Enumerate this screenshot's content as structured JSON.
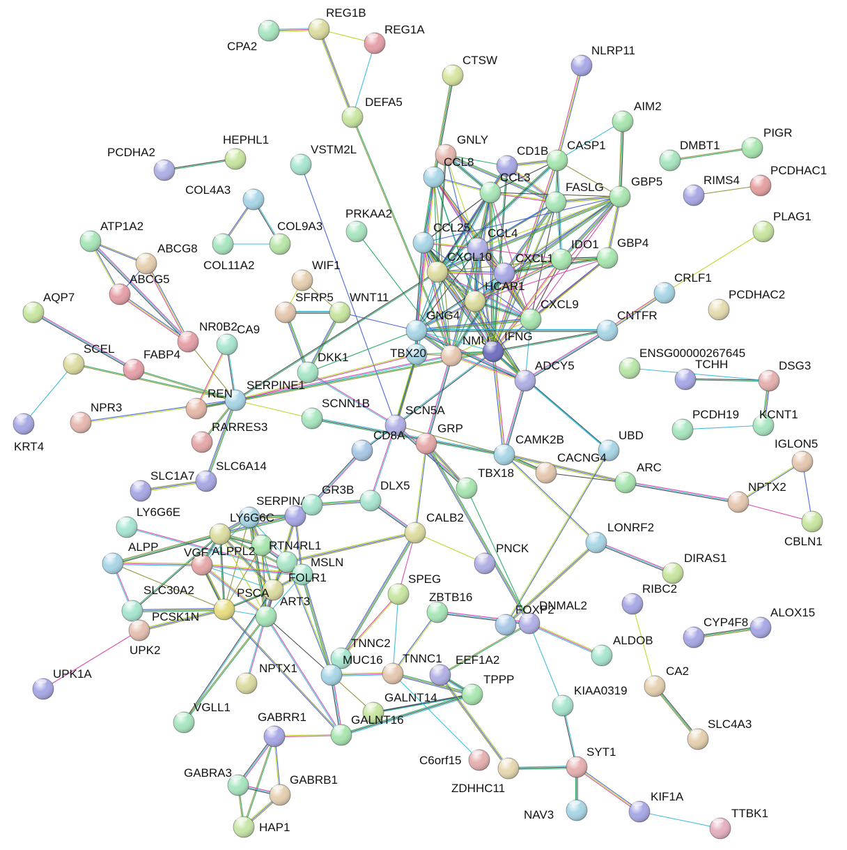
{
  "edge_colors": [
    "#2db7d6",
    "#b6d617",
    "#8a8a2a",
    "#3a3a3a",
    "#d63aa6",
    "#3b5bd6",
    "#17a45a"
  ],
  "nodes": [
    {
      "id": "REG1B",
      "color": "#dcdca0"
    },
    {
      "id": "REG1A",
      "color": "#e6a0a8"
    },
    {
      "id": "CPA2",
      "color": "#a8e6c0"
    },
    {
      "id": "DEFA5",
      "color": "#c8e6a0"
    },
    {
      "id": "CTSW",
      "color": "#d6e6a0"
    },
    {
      "id": "NLRP11",
      "color": "#a8a8e6"
    },
    {
      "id": "AIM2",
      "color": "#a8e6b0"
    },
    {
      "id": "PIGR",
      "color": "#a8e6b0"
    },
    {
      "id": "DMBT1",
      "color": "#a8e6c0"
    },
    {
      "id": "PCDHA2",
      "color": "#b0b0e6"
    },
    {
      "id": "HEPHL1",
      "color": "#c8e6a0"
    },
    {
      "id": "VSTM2L",
      "color": "#a8e6d0"
    },
    {
      "id": "GNLY",
      "color": "#e6b8b0"
    },
    {
      "id": "CCL8",
      "color": "#a8d6e6"
    },
    {
      "id": "CD1B",
      "color": "#a8a8e6"
    },
    {
      "id": "CASP1",
      "color": "#a8e6b0"
    },
    {
      "id": "RIMS4",
      "color": "#a8a8e6"
    },
    {
      "id": "PCDHAC1",
      "color": "#e6a0a0"
    },
    {
      "id": "CCL3",
      "color": "#a8e6b8"
    },
    {
      "id": "FASLG",
      "color": "#a8e6b8"
    },
    {
      "id": "GBP5",
      "color": "#a8e6b0"
    },
    {
      "id": "COL4A3",
      "color": "#a8d6e6"
    },
    {
      "id": "COL9A3",
      "color": "#b8e6a8"
    },
    {
      "id": "COL11A2",
      "color": "#a8e6c0"
    },
    {
      "id": "PRKAA2",
      "color": "#a8e6c0"
    },
    {
      "id": "PLAG1",
      "color": "#c8e6a0"
    },
    {
      "id": "ATP1A2",
      "color": "#a8e6b8"
    },
    {
      "id": "ABCG8",
      "color": "#e6d0b0"
    },
    {
      "id": "ABCG5",
      "color": "#e6a0a8"
    },
    {
      "id": "CCL25",
      "color": "#a8d6e6"
    },
    {
      "id": "CCL4",
      "color": "#b0b0e6"
    },
    {
      "id": "CXCL10",
      "color": "#dcdca0"
    },
    {
      "id": "CXCL11",
      "color": "#a8a8e6"
    },
    {
      "id": "IDO1",
      "color": "#a8e6b0"
    },
    {
      "id": "GBP4",
      "color": "#a8e6b0"
    },
    {
      "id": "WIF1",
      "color": "#e6d0b0"
    },
    {
      "id": "SFRP5",
      "color": "#e6c8b0"
    },
    {
      "id": "WNT11",
      "color": "#c8e6a0"
    },
    {
      "id": "HCAR1",
      "color": "#dcdca0"
    },
    {
      "id": "CRLF1",
      "color": "#a8d6e6"
    },
    {
      "id": "PCDHAC2",
      "color": "#e6dcb0"
    },
    {
      "id": "AQP7",
      "color": "#c8e6a0"
    },
    {
      "id": "GNG4",
      "color": "#a8d6e6"
    },
    {
      "id": "CXCL9",
      "color": "#a8e6b0"
    },
    {
      "id": "CNTFR",
      "color": "#a8d6e6"
    },
    {
      "id": "NR0B2",
      "color": "#e6a0a8"
    },
    {
      "id": "CA9",
      "color": "#a8e6d0"
    },
    {
      "id": "SCEL",
      "color": "#dcdca0"
    },
    {
      "id": "FABP4",
      "color": "#e6a0a8"
    },
    {
      "id": "TBX20",
      "color": "#a8d6e6"
    },
    {
      "id": "NMU",
      "color": "#e6c8b0"
    },
    {
      "id": "IFNG",
      "color": "#7070c0"
    },
    {
      "id": "ENSG00000267645",
      "color": "#b8e6a8"
    },
    {
      "id": "DKK1",
      "color": "#a8e6c8"
    },
    {
      "id": "ADCY5",
      "color": "#b0b0e6"
    },
    {
      "id": "TCHH",
      "color": "#a8a8e6"
    },
    {
      "id": "DSG3",
      "color": "#e6b0b0"
    },
    {
      "id": "REN",
      "color": "#a8d6e6"
    },
    {
      "id": "SERPINE1",
      "color": "#e6b8a8"
    },
    {
      "id": "SCNN1B",
      "color": "#a8e6c0"
    },
    {
      "id": "NPR3",
      "color": "#e6b8b0"
    },
    {
      "id": "KCNT1",
      "color": "#a8e6c0"
    },
    {
      "id": "PCDH19",
      "color": "#a8e6c0"
    },
    {
      "id": "KRT4",
      "color": "#a8a8e6"
    },
    {
      "id": "RARRES3",
      "color": "#e6a8a8"
    },
    {
      "id": "SCN5A",
      "color": "#b0b0e6"
    },
    {
      "id": "CD8A",
      "color": "#a8c8e6"
    },
    {
      "id": "GRP",
      "color": "#e6a8a8"
    },
    {
      "id": "UBD",
      "color": "#a8d6e6"
    },
    {
      "id": "CAMK2B",
      "color": "#a8d6e6"
    },
    {
      "id": "IGLON5",
      "color": "#e6c8b0"
    },
    {
      "id": "CACNG4",
      "color": "#e6c8b0"
    },
    {
      "id": "SLC6A14",
      "color": "#a8a8e6"
    },
    {
      "id": "SLC1A7",
      "color": "#a8a8e6"
    },
    {
      "id": "TBX18",
      "color": "#a8e6b0"
    },
    {
      "id": "ARC",
      "color": "#a8e6b0"
    },
    {
      "id": "NPTX2",
      "color": "#e6c8b0"
    },
    {
      "id": "DLX5",
      "color": "#a8e6d0"
    },
    {
      "id": "SERPINA1",
      "color": "#a8a8e6"
    },
    {
      "id": "GR3B",
      "color": "#a8e6d0"
    },
    {
      "id": "LY6G6C",
      "color": "#a8d6e6"
    },
    {
      "id": "LY6G6E",
      "color": "#a8e6d6"
    },
    {
      "id": "CBLN1",
      "color": "#c8e6a0"
    },
    {
      "id": "CALB2",
      "color": "#dcdca0"
    },
    {
      "id": "LONRF2",
      "color": "#a8d6e6"
    },
    {
      "id": "RTN4RL1",
      "color": "#a8e6b0"
    },
    {
      "id": "ALPPL2",
      "color": "#dcdca0"
    },
    {
      "id": "ALPP",
      "color": "#a8d6e6"
    },
    {
      "id": "VGF",
      "color": "#e6a8a8"
    },
    {
      "id": "MSLN",
      "color": "#a8e6c8"
    },
    {
      "id": "PNCK",
      "color": "#b0b0e6"
    },
    {
      "id": "FOLR1",
      "color": "#a8e6d0"
    },
    {
      "id": "DIRAS1",
      "color": "#c8e6a0"
    },
    {
      "id": "RIBC2",
      "color": "#a8a8e6"
    },
    {
      "id": "SLC30A2",
      "color": "#a8e6d0"
    },
    {
      "id": "PSCA",
      "color": "#dcdca0"
    },
    {
      "id": "ART3",
      "color": "#a8e6b8"
    },
    {
      "id": "SPEG",
      "color": "#c8e6a0"
    },
    {
      "id": "PCSK1N",
      "color": "#e6dc80"
    },
    {
      "id": "ZBTB16",
      "color": "#a8e6b8"
    },
    {
      "id": "DNMAL2",
      "color": "#a8c8e6"
    },
    {
      "id": "FOXP2",
      "color": "#b0b0e6"
    },
    {
      "id": "CYP4F8",
      "color": "#a8a8e6"
    },
    {
      "id": "ALOX15",
      "color": "#a8a8e6"
    },
    {
      "id": "UPK2",
      "color": "#e6c0b0"
    },
    {
      "id": "ALDOB",
      "color": "#a8e6d0"
    },
    {
      "id": "TNNC2",
      "color": "#a8e6d0"
    },
    {
      "id": "MUC16",
      "color": "#a8d6e6"
    },
    {
      "id": "TNNC1",
      "color": "#e6c8b0"
    },
    {
      "id": "EEF1A2",
      "color": "#b0b0e6"
    },
    {
      "id": "UPK1A",
      "color": "#a8a8e6"
    },
    {
      "id": "NPTX1",
      "color": "#dcdca0"
    },
    {
      "id": "CA2",
      "color": "#e6d0b0"
    },
    {
      "id": "TPPP",
      "color": "#a8e6b0"
    },
    {
      "id": "KIAA0319",
      "color": "#a8e6d0"
    },
    {
      "id": "GALNT14",
      "color": "#c8e6a0"
    },
    {
      "id": "VGLL1",
      "color": "#a8e6c0"
    },
    {
      "id": "SLC4A3",
      "color": "#e6d0b0"
    },
    {
      "id": "GABRR1",
      "color": "#a8a8e6"
    },
    {
      "id": "GALNT16",
      "color": "#a8e6b0"
    },
    {
      "id": "C6orf15",
      "color": "#e6b0b0"
    },
    {
      "id": "SYT1",
      "color": "#e6b0b0"
    },
    {
      "id": "GABRA3",
      "color": "#a8e6c0"
    },
    {
      "id": "GABRB1",
      "color": "#e6d0b0"
    },
    {
      "id": "ZDHHC11",
      "color": "#e6d8b0"
    },
    {
      "id": "KIF1A",
      "color": "#a8a8e6"
    },
    {
      "id": "NAV3",
      "color": "#a8d6e6"
    },
    {
      "id": "TTBK1",
      "color": "#e6b0c0"
    },
    {
      "id": "HAP1",
      "color": "#c8e6a8"
    }
  ],
  "edges": [
    [
      "REG1B",
      "REG1A"
    ],
    [
      "REG1B",
      "CPA2"
    ],
    [
      "REG1B",
      "DEFA5"
    ],
    [
      "REG1A",
      "DEFA5"
    ],
    [
      "DEFA5",
      "NMU"
    ],
    [
      "CTSW",
      "CCL8"
    ],
    [
      "NLRP11",
      "CASP1"
    ],
    [
      "AIM2",
      "CASP1"
    ],
    [
      "AIM2",
      "GBP5"
    ],
    [
      "PIGR",
      "DMBT1"
    ],
    [
      "PCDHA2",
      "HEPHL1"
    ],
    [
      "VSTM2L",
      "SCN5A"
    ],
    [
      "RIMS4",
      "PCDHAC1"
    ],
    [
      "COL4A3",
      "COL9A3"
    ],
    [
      "COL4A3",
      "COL11A2"
    ],
    [
      "COL9A3",
      "COL11A2"
    ],
    [
      "PRKAA2",
      "NMU"
    ],
    [
      "PLAG1",
      "CRLF1"
    ],
    [
      "CRLF1",
      "CNTFR"
    ],
    [
      "ATP1A2",
      "ABCG8"
    ],
    [
      "ATP1A2",
      "ABCG5"
    ],
    [
      "ATP1A2",
      "NR0B2"
    ],
    [
      "ABCG8",
      "ABCG5"
    ],
    [
      "ABCG5",
      "NR0B2"
    ],
    [
      "ABCG8",
      "NR0B2"
    ],
    [
      "AQP7",
      "FABP4"
    ],
    [
      "SCEL",
      "KRT4"
    ],
    [
      "SCEL",
      "REN"
    ],
    [
      "WIF1",
      "SFRP5"
    ],
    [
      "SFRP5",
      "WNT11"
    ],
    [
      "WIF1",
      "WNT11"
    ],
    [
      "SFRP5",
      "DKK1"
    ],
    [
      "WNT11",
      "DKK1"
    ],
    [
      "WNT11",
      "GNG4"
    ],
    [
      "NR0B2",
      "REN"
    ],
    [
      "CA9",
      "SERPINE1"
    ],
    [
      "FABP4",
      "REN"
    ],
    [
      "NPR3",
      "REN"
    ],
    [
      "REN",
      "SLC6A14"
    ],
    [
      "REN",
      "SERPINE1"
    ],
    [
      "REN",
      "TBX20"
    ],
    [
      "REN",
      "RARRES3"
    ],
    [
      "REN",
      "CXCL10"
    ],
    [
      "SERPINE1",
      "NMU"
    ],
    [
      "SERPINE1",
      "IFNG"
    ],
    [
      "SCNN1B",
      "REN"
    ],
    [
      "SCNN1B",
      "CAMK2B"
    ],
    [
      "CD8A",
      "IFNG"
    ],
    [
      "CD8A",
      "GR3B"
    ],
    [
      "SCN5A",
      "TBX20"
    ],
    [
      "SCN5A",
      "TBX18"
    ],
    [
      "SCN5A",
      "CAMK2B"
    ],
    [
      "GRP",
      "NMU"
    ],
    [
      "GRP",
      "CALB2"
    ],
    [
      "GRP",
      "TBX18"
    ],
    [
      "GRP",
      "FOXP2"
    ],
    [
      "CAMK2B",
      "CACNG4"
    ],
    [
      "CAMK2B",
      "ADCY5"
    ],
    [
      "CAMK2B",
      "IFNG"
    ],
    [
      "CAMK2B",
      "LONRF2"
    ],
    [
      "CAMK2B",
      "ARC"
    ],
    [
      "CACNG4",
      "ARC"
    ],
    [
      "UBD",
      "IFNG"
    ],
    [
      "UBD",
      "DNMAL2"
    ],
    [
      "IGLON5",
      "CBLN1"
    ],
    [
      "IGLON5",
      "NPTX2"
    ],
    [
      "NPTX2",
      "CBLN1"
    ],
    [
      "ARC",
      "NPTX2"
    ],
    [
      "KCNT1",
      "DSG3"
    ],
    [
      "TCHH",
      "DSG3"
    ],
    [
      "ENSG00000267645",
      "DSG3"
    ],
    [
      "PCDH19",
      "KCNT1"
    ],
    [
      "ADCY5",
      "CNTFR"
    ],
    [
      "ADCY5",
      "NMU"
    ],
    [
      "ADCY5",
      "GNG4"
    ],
    [
      "LONRF2",
      "DIRAS1"
    ],
    [
      "LONRF2",
      "DNMAL2"
    ],
    [
      "DLX5",
      "CALB2"
    ],
    [
      "DLX5",
      "SCN5A"
    ],
    [
      "CALB2",
      "PNCK"
    ],
    [
      "CALB2",
      "MSLN"
    ],
    [
      "CALB2",
      "SPEG"
    ],
    [
      "CALB2",
      "TNNC2"
    ],
    [
      "SPEG",
      "TNNC2"
    ],
    [
      "SPEG",
      "TNNC1"
    ],
    [
      "ZBTB16",
      "FOXP2"
    ],
    [
      "FOXP2",
      "ALDOB"
    ],
    [
      "FOXP2",
      "EEF1A2"
    ],
    [
      "FOXP2",
      "KIAA0319"
    ],
    [
      "FOXP2",
      "TBX18"
    ],
    [
      "RIBC2",
      "CA2"
    ],
    [
      "CA2",
      "SLC4A3"
    ],
    [
      "CYP4F8",
      "ALOX15"
    ],
    [
      "TNNC1",
      "TPPP"
    ],
    [
      "TNNC1",
      "ZBTB16"
    ],
    [
      "TPPP",
      "GALNT14"
    ],
    [
      "TPPP",
      "GALNT16"
    ],
    [
      "TPPP",
      "EEF1A2"
    ],
    [
      "MUC16",
      "MSLN"
    ],
    [
      "MUC16",
      "TNNC2"
    ],
    [
      "MUC16",
      "TNNC1"
    ],
    [
      "MUC16",
      "GALNT14"
    ],
    [
      "MUC16",
      "FOLR1"
    ],
    [
      "MUC16",
      "GALNT16"
    ],
    [
      "GALNT14",
      "TPPP"
    ],
    [
      "C6orf15",
      "TNNC1"
    ],
    [
      "ZDHHC11",
      "EEF1A2"
    ],
    [
      "ZDHHC11",
      "SYT1"
    ],
    [
      "KIAA0319",
      "SYT1"
    ],
    [
      "SYT1",
      "NAV3"
    ],
    [
      "SYT1",
      "KIF1A"
    ],
    [
      "KIF1A",
      "TTBK1"
    ],
    [
      "GABRR1",
      "GABRA3"
    ],
    [
      "GABRR1",
      "GABRB1"
    ],
    [
      "GABRR1",
      "HAP1"
    ],
    [
      "GABRR1",
      "GALNT16"
    ],
    [
      "GABRA3",
      "GABRB1"
    ],
    [
      "GABRA3",
      "HAP1"
    ],
    [
      "GABRB1",
      "HAP1"
    ],
    [
      "SLC1A7",
      "SLC6A14"
    ],
    [
      "LY6G6E",
      "FOLR1"
    ],
    [
      "LY6G6C",
      "RTN4RL1"
    ],
    [
      "LY6G6C",
      "ALPPL2"
    ],
    [
      "LY6G6C",
      "VGF"
    ],
    [
      "LY6G6C",
      "PSCA"
    ],
    [
      "LY6G6C",
      "FOLR1"
    ],
    [
      "LY6G6C",
      "ART3"
    ],
    [
      "LY6G6C",
      "SERPINA1"
    ],
    [
      "LY6G6C",
      "PCSK1N"
    ],
    [
      "SERPINA1",
      "ALPPL2"
    ],
    [
      "SERPINA1",
      "FOLR1"
    ],
    [
      "SERPINA1",
      "PSCA"
    ],
    [
      "SERPINA1",
      "ART3"
    ],
    [
      "RTN4RL1",
      "FOLR1"
    ],
    [
      "RTN4RL1",
      "ALPPL2"
    ],
    [
      "RTN4RL1",
      "PSCA"
    ],
    [
      "RTN4RL1",
      "ART3"
    ],
    [
      "RTN4RL1",
      "PCSK1N"
    ],
    [
      "ALPPL2",
      "ALPP"
    ],
    [
      "ALPPL2",
      "VGF"
    ],
    [
      "ALPPL2",
      "PSCA"
    ],
    [
      "ALPPL2",
      "FOLR1"
    ],
    [
      "ALPPL2",
      "ART3"
    ],
    [
      "ALPPL2",
      "PCSK1N"
    ],
    [
      "ALPPL2",
      "SLC30A2"
    ],
    [
      "ALPP",
      "SLC30A2"
    ],
    [
      "ALPP",
      "PCSK1N"
    ],
    [
      "ALPP",
      "VGF"
    ],
    [
      "VGF",
      "PSCA"
    ],
    [
      "VGF",
      "PCSK1N"
    ],
    [
      "VGF",
      "FOLR1"
    ],
    [
      "VGF",
      "ART3"
    ],
    [
      "PSCA",
      "FOLR1"
    ],
    [
      "PSCA",
      "ART3"
    ],
    [
      "PSCA",
      "MSLN"
    ],
    [
      "PSCA",
      "PCSK1N"
    ],
    [
      "PSCA",
      "NPTX1"
    ],
    [
      "PSCA",
      "VGLL1"
    ],
    [
      "FOLR1",
      "ART3"
    ],
    [
      "FOLR1",
      "MSLN"
    ],
    [
      "ART3",
      "MUC16"
    ],
    [
      "ART3",
      "PCSK1N"
    ],
    [
      "ART3",
      "VGLL1"
    ],
    [
      "ART3",
      "GALNT16"
    ],
    [
      "PCSK1N",
      "UPK2"
    ],
    [
      "PCSK1N",
      "VGF"
    ],
    [
      "PCSK1N",
      "GALNT16"
    ],
    [
      "UPK2",
      "UPK1A"
    ],
    [
      "PCSK1N",
      "SLC30A2"
    ],
    [
      "GR3B",
      "DLX5"
    ],
    [
      "SERPINA1",
      "GR3B"
    ],
    [
      "CCL8",
      "CCL25"
    ],
    [
      "CCL8",
      "CXCL10"
    ],
    [
      "CCL8",
      "CXCL11"
    ],
    [
      "CCL8",
      "CXCL9"
    ],
    [
      "CCL8",
      "IFNG"
    ],
    [
      "CCL8",
      "CCL3"
    ],
    [
      "CCL8",
      "CCL4"
    ],
    [
      "CCL8",
      "HCAR1"
    ],
    [
      "CCL8",
      "GNG4"
    ],
    [
      "CCL8",
      "NMU"
    ],
    [
      "GNLY",
      "IFNG"
    ],
    [
      "GNLY",
      "CXCL10"
    ],
    [
      "GNLY",
      "CCL4"
    ],
    [
      "GNLY",
      "CD1B"
    ],
    [
      "GNLY",
      "FASLG"
    ],
    [
      "GNLY",
      "CCL3"
    ],
    [
      "CD1B",
      "IFNG"
    ],
    [
      "CD1B",
      "CXCL10"
    ],
    [
      "CD1B",
      "CCL3"
    ],
    [
      "CD1B",
      "CASP1"
    ],
    [
      "CD1B",
      "FASLG"
    ],
    [
      "CASP1",
      "IFNG"
    ],
    [
      "CASP1",
      "CXCL10"
    ],
    [
      "CASP1",
      "GBP5"
    ],
    [
      "CASP1",
      "FASLG"
    ],
    [
      "CASP1",
      "CCL3"
    ],
    [
      "CASP1",
      "IDO1"
    ],
    [
      "CCL3",
      "CCL4"
    ],
    [
      "CCL3",
      "CXCL10"
    ],
    [
      "CCL3",
      "CXCL9"
    ],
    [
      "CCL3",
      "IFNG"
    ],
    [
      "CCL3",
      "CXCL11"
    ],
    [
      "CCL3",
      "CCL25"
    ],
    [
      "CCL3",
      "FASLG"
    ],
    [
      "CCL3",
      "GBP5"
    ],
    [
      "CCL3",
      "HCAR1"
    ],
    [
      "CCL3",
      "GNG4"
    ],
    [
      "FASLG",
      "IFNG"
    ],
    [
      "FASLG",
      "CXCL10"
    ],
    [
      "FASLG",
      "CCL4"
    ],
    [
      "FASLG",
      "CXCL9"
    ],
    [
      "FASLG",
      "GBP5"
    ],
    [
      "FASLG",
      "CXCL11"
    ],
    [
      "FASLG",
      "IDO1"
    ],
    [
      "GBP5",
      "IFNG"
    ],
    [
      "GBP5",
      "CXCL10"
    ],
    [
      "GBP5",
      "GBP4"
    ],
    [
      "GBP5",
      "IDO1"
    ],
    [
      "GBP5",
      "CXCL9"
    ],
    [
      "GBP5",
      "CXCL11"
    ],
    [
      "GBP5",
      "CCL4"
    ],
    [
      "GBP5",
      "HCAR1"
    ],
    [
      "GBP5",
      "CCL25"
    ],
    [
      "CCL25",
      "CXCL10"
    ],
    [
      "CCL25",
      "CCL4"
    ],
    [
      "CCL25",
      "GNG4"
    ],
    [
      "CCL25",
      "HCAR1"
    ],
    [
      "CCL25",
      "IFNG"
    ],
    [
      "CCL25",
      "NMU"
    ],
    [
      "CCL25",
      "CXCL9"
    ],
    [
      "CCL25",
      "ADCY5"
    ],
    [
      "CCL4",
      "CXCL10"
    ],
    [
      "CCL4",
      "CXCL11"
    ],
    [
      "CCL4",
      "CXCL9"
    ],
    [
      "CCL4",
      "IFNG"
    ],
    [
      "CCL4",
      "HCAR1"
    ],
    [
      "CCL4",
      "GNG4"
    ],
    [
      "CCL4",
      "IDO1"
    ],
    [
      "CCL4",
      "NMU"
    ],
    [
      "CXCL10",
      "CXCL11"
    ],
    [
      "CXCL10",
      "CXCL9"
    ],
    [
      "CXCL10",
      "IFNG"
    ],
    [
      "CXCL10",
      "HCAR1"
    ],
    [
      "CXCL10",
      "GNG4"
    ],
    [
      "CXCL10",
      "NMU"
    ],
    [
      "CXCL10",
      "IDO1"
    ],
    [
      "CXCL10",
      "ADCY5"
    ],
    [
      "CXCL10",
      "TBX20"
    ],
    [
      "CXCL11",
      "CXCL9"
    ],
    [
      "CXCL11",
      "IFNG"
    ],
    [
      "CXCL11",
      "IDO1"
    ],
    [
      "CXCL11",
      "GBP4"
    ],
    [
      "CXCL11",
      "HCAR1"
    ],
    [
      "CXCL11",
      "GNG4"
    ],
    [
      "CXCL11",
      "NMU"
    ],
    [
      "IDO1",
      "IFNG"
    ],
    [
      "IDO1",
      "CXCL9"
    ],
    [
      "IDO1",
      "GBP4"
    ],
    [
      "IDO1",
      "HCAR1"
    ],
    [
      "GBP4",
      "IFNG"
    ],
    [
      "GBP4",
      "CXCL9"
    ],
    [
      "GBP4",
      "HCAR1"
    ],
    [
      "HCAR1",
      "GNG4"
    ],
    [
      "HCAR1",
      "CXCL9"
    ],
    [
      "HCAR1",
      "IFNG"
    ],
    [
      "HCAR1",
      "NMU"
    ],
    [
      "HCAR1",
      "ADCY5"
    ],
    [
      "CXCL9",
      "IFNG"
    ],
    [
      "CXCL9",
      "GNG4"
    ],
    [
      "CXCL9",
      "NMU"
    ],
    [
      "CXCL9",
      "ADCY5"
    ],
    [
      "GNG4",
      "IFNG"
    ],
    [
      "GNG4",
      "NMU"
    ],
    [
      "GNG4",
      "TBX20"
    ],
    [
      "GNG4",
      "ADCY5"
    ],
    [
      "GNG4",
      "CNTFR"
    ],
    [
      "GNG4",
      "CXCL10"
    ],
    [
      "NMU",
      "IFNG"
    ],
    [
      "NMU",
      "TBX20"
    ],
    [
      "IFNG",
      "ADCY5"
    ],
    [
      "IFNG",
      "CNTFR"
    ],
    [
      "IFNG",
      "UBD"
    ],
    [
      "TBX20",
      "SCN5A"
    ],
    [
      "TBX20",
      "GNG4"
    ],
    [
      "TBX20",
      "IFNG"
    ],
    [
      "DKK1",
      "SCN5A"
    ],
    [
      "DKK1",
      "GNG4"
    ],
    [
      "CA9",
      "REN"
    ]
  ]
}
